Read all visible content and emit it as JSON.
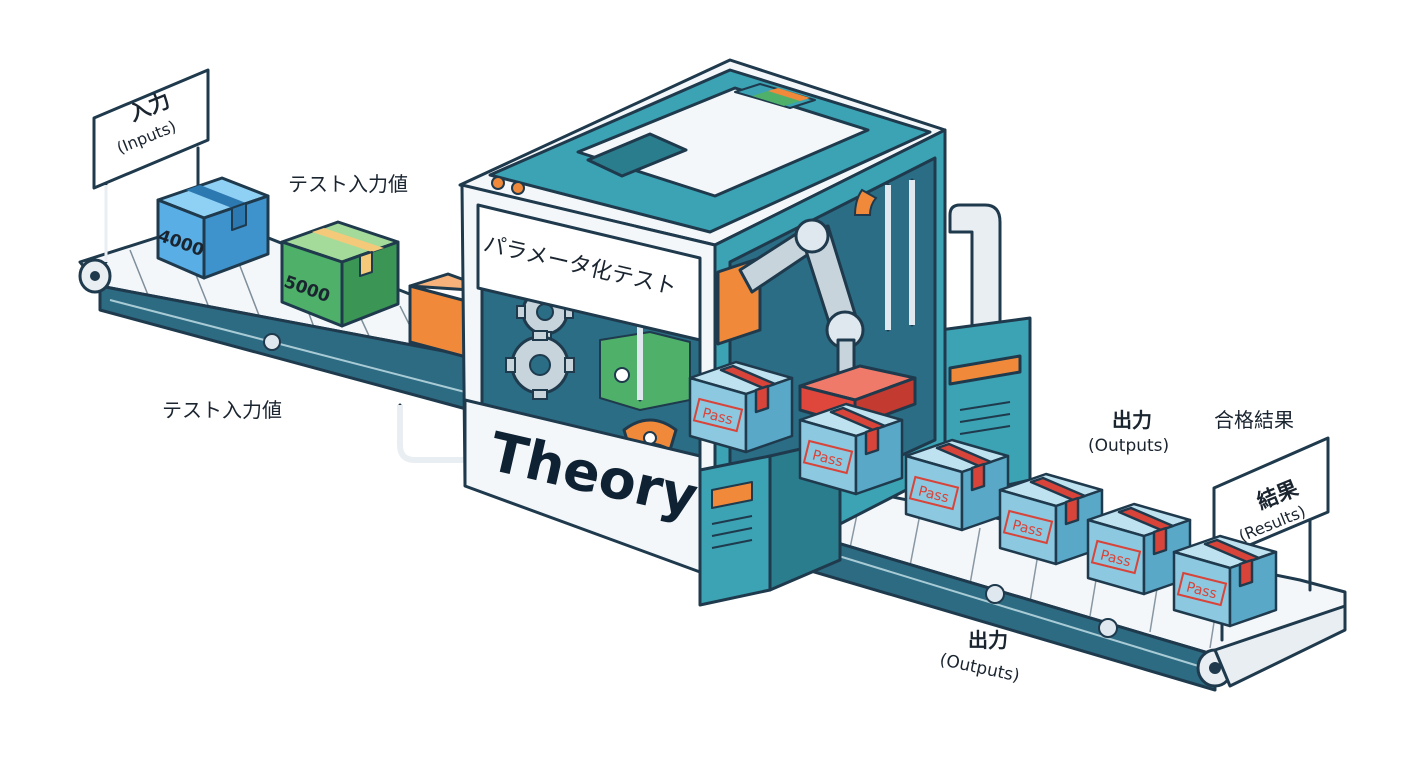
{
  "labels": {
    "inputs_sign_title": "入力",
    "inputs_sign_sub": "(Inputs)",
    "input_value_label_top": "テスト入力値",
    "input_value_label_bottom": "テスト入力値",
    "machine_title": "パラメータ化テスト",
    "machine_name": "Theory",
    "outputs_upper_title": "出力",
    "outputs_upper_sub": "(Outputs)",
    "pass_results_label": "合格結果",
    "results_sign_title": "結果",
    "results_sign_sub": "(Results)",
    "outputs_lower_title": "出力",
    "outputs_lower_sub": "(Outputs)"
  },
  "input_boxes": [
    {
      "value": "4000",
      "color": "#5aaee6"
    },
    {
      "value": "5000",
      "color": "#4fb069"
    }
  ],
  "pass_boxes": [
    "Pass",
    "Pass",
    "Pass",
    "Pass",
    "Pass",
    "Pass"
  ],
  "colors": {
    "outline": "#1f3a4d",
    "teal": "#3ba3b3",
    "teal_dark": "#2a7d8c",
    "orange": "#f08a3a",
    "red": "#e0473c",
    "belt": "#2c6b82",
    "pass_red": "#d8443a"
  }
}
